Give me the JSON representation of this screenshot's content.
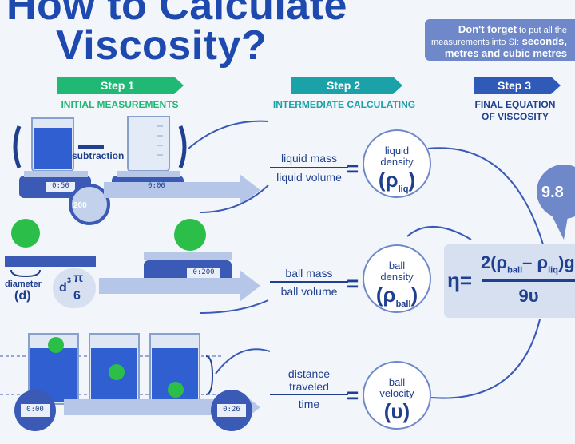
{
  "title": {
    "line1": "How to Calculate",
    "line2": "Viscosity?"
  },
  "note": {
    "bold": "Don't forget",
    "text1": " to put all the",
    "text2": "measurements into SI:",
    "bold2": " seconds,",
    "bold3": "metres and cubic metres"
  },
  "steps": [
    {
      "label": "Step 1",
      "sub": "INITIAL MEASUREMENTS",
      "color": "#1fb874"
    },
    {
      "label": "Step 2",
      "sub": "INTERMEDIATE  CALCULATING",
      "color": "#1aa2a8"
    },
    {
      "label": "Step 3",
      "sub1": "FINAL EQUATION",
      "sub2": "OF VISCOSITY",
      "color": "#2f5ab7"
    }
  ],
  "row1": {
    "subtraction": "subtraction",
    "scale1": "0:50",
    "scale2": "0:00",
    "mag": "200",
    "num": "liquid mass",
    "den": "liquid volume",
    "circle_t1": "liquid",
    "circle_t2": "density",
    "symbol": "(ρ",
    "sub": "liq",
    "close": ")"
  },
  "row2": {
    "diameter": "diameter",
    "d": "(d)",
    "vol_d": "d",
    "vol_exp": "3",
    "vol_pi": "π",
    "vol_6": "6",
    "scale": "0:200",
    "num": "ball mass",
    "den": "ball volume",
    "circle_t1": "ball",
    "circle_t2": "density",
    "symbol": "(ρ",
    "sub": "ball",
    "close": ")"
  },
  "row3": {
    "timer1": "0:00",
    "timer2": "0:26",
    "num1": "distance",
    "num2": "traveled",
    "den": "time",
    "circle_t1": "ball",
    "circle_t2": "velocity",
    "symbol": "(υ)"
  },
  "final": {
    "eta": "η=",
    "num_a": "2(ρ",
    "num_sub1": "ball",
    "num_b": "– ρ",
    "num_sub2": "liq",
    "num_c": ")g",
    "den": "9υ",
    "g_value": "9.8"
  },
  "equals": "="
}
